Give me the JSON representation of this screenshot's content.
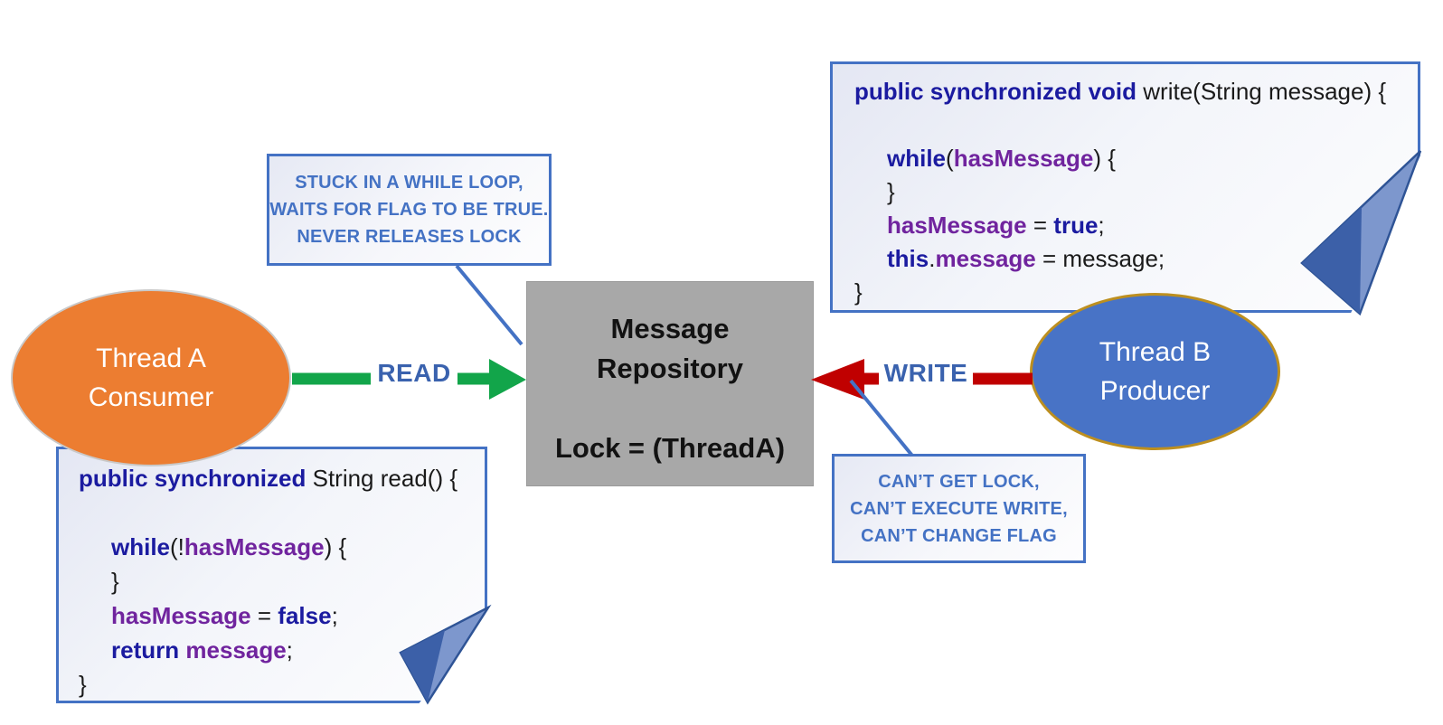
{
  "diagram_title": "Producer-Consumer thread deadlock diagram",
  "colors": {
    "keyword_blue": "#1b1ba0",
    "identifier_purple": "#70249e",
    "code_plain": "#1a1a1a",
    "callout_blue": "#4472c4",
    "box_border_blue": "#4472c4",
    "read_arrow_green": "#12a54a",
    "write_arrow_red": "#c00000",
    "arrow_label_blue": "#3a62ae",
    "thread_a_orange": "#ec7d31",
    "thread_b_blue": "#4873c6",
    "thread_b_border_gold": "#bd8f1f",
    "repository_gray": "#a8a8a8",
    "fold_blue_light": "#8aa3d6",
    "fold_blue_dark": "#2f5496"
  },
  "thread_a": {
    "name": "Thread A",
    "role": "Consumer"
  },
  "thread_b": {
    "name": "Thread B",
    "role": "Producer"
  },
  "repository": {
    "title_line1": "Message",
    "title_line2": "Repository",
    "lock_line": "Lock = (ThreadA)"
  },
  "arrows": {
    "read_label": "READ",
    "write_label": "WRITE"
  },
  "callout_stuck": {
    "line1": "STUCK IN A WHILE LOOP,",
    "line2": "WAITS FOR FLAG TO BE TRUE.",
    "line3": "NEVER RELEASES LOCK"
  },
  "callout_cant": {
    "line1": "CAN’T GET LOCK,",
    "line2": "CAN’T EXECUTE WRITE,",
    "line3": "CAN’T CHANGE FLAG"
  },
  "code_write": {
    "lines": [
      {
        "indent": 0,
        "tokens": [
          {
            "t": "public synchronized void",
            "s": "kw"
          },
          {
            "t": " write(String message) {",
            "s": "pl"
          }
        ]
      },
      {
        "indent": 0,
        "tokens": []
      },
      {
        "indent": 1,
        "tokens": [
          {
            "t": "while",
            "s": "kw"
          },
          {
            "t": "(",
            "s": "pl"
          },
          {
            "t": "hasMessage",
            "s": "id"
          },
          {
            "t": ") {",
            "s": "pl"
          }
        ]
      },
      {
        "indent": 1,
        "tokens": [
          {
            "t": "}",
            "s": "pl"
          }
        ]
      },
      {
        "indent": 1,
        "tokens": [
          {
            "t": "hasMessage",
            "s": "id"
          },
          {
            "t": " = ",
            "s": "pl"
          },
          {
            "t": "true",
            "s": "kw"
          },
          {
            "t": ";",
            "s": "pl"
          }
        ]
      },
      {
        "indent": 1,
        "tokens": [
          {
            "t": "this",
            "s": "kw"
          },
          {
            "t": ".",
            "s": "pl"
          },
          {
            "t": "message",
            "s": "id"
          },
          {
            "t": " = message;",
            "s": "pl"
          }
        ]
      },
      {
        "indent": 0,
        "tokens": [
          {
            "t": "}",
            "s": "pl"
          }
        ]
      }
    ]
  },
  "code_read": {
    "lines": [
      {
        "indent": 0,
        "tokens": [
          {
            "t": "public synchronized",
            "s": "kw"
          },
          {
            "t": " String read() {",
            "s": "pl"
          }
        ]
      },
      {
        "indent": 0,
        "tokens": []
      },
      {
        "indent": 1,
        "tokens": [
          {
            "t": "while",
            "s": "kw"
          },
          {
            "t": "(!",
            "s": "pl"
          },
          {
            "t": "hasMessage",
            "s": "id"
          },
          {
            "t": ") {",
            "s": "pl"
          }
        ]
      },
      {
        "indent": 1,
        "tokens": [
          {
            "t": "}",
            "s": "pl"
          }
        ]
      },
      {
        "indent": 1,
        "tokens": [
          {
            "t": "hasMessage",
            "s": "id"
          },
          {
            "t": " = ",
            "s": "pl"
          },
          {
            "t": "false",
            "s": "kw"
          },
          {
            "t": ";",
            "s": "pl"
          }
        ]
      },
      {
        "indent": 1,
        "tokens": [
          {
            "t": "return",
            "s": "kw"
          },
          {
            "t": " ",
            "s": "pl"
          },
          {
            "t": "message",
            "s": "id"
          },
          {
            "t": ";",
            "s": "pl"
          }
        ]
      },
      {
        "indent": 0,
        "tokens": [
          {
            "t": "}",
            "s": "pl"
          }
        ]
      }
    ]
  }
}
